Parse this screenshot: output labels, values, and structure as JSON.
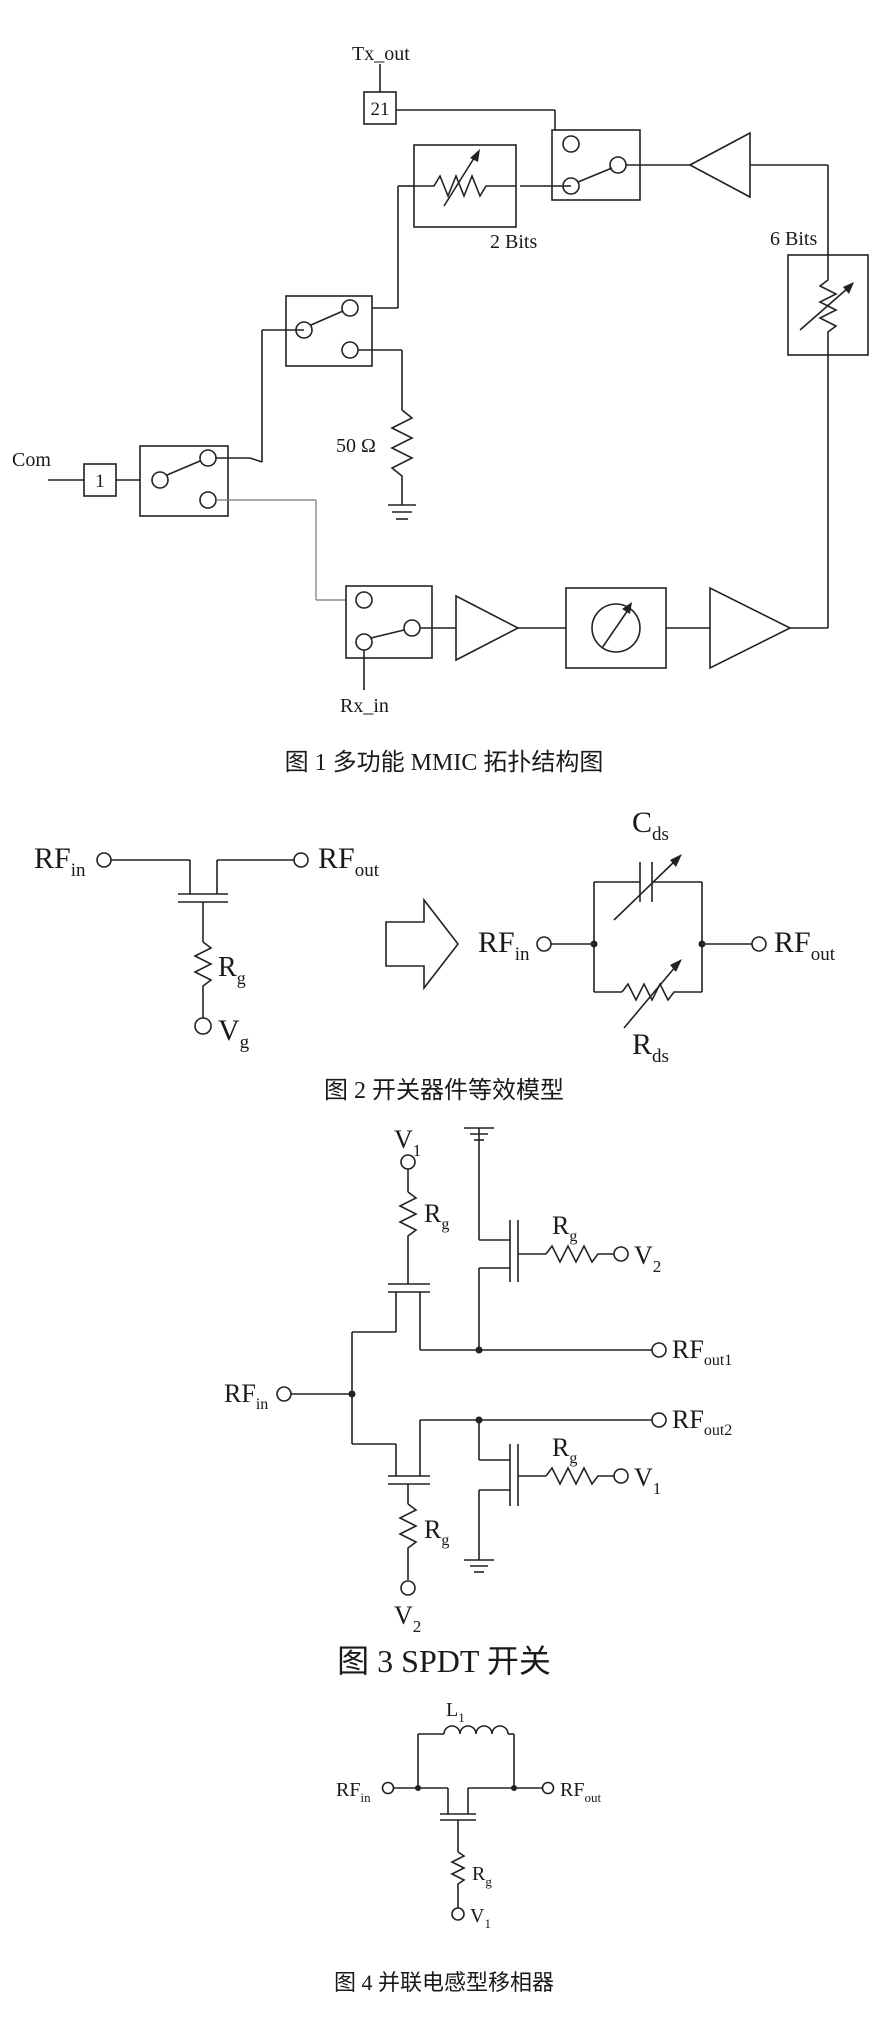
{
  "figure1": {
    "caption": "图 1 多功能 MMIC 拓扑结构图",
    "label_tx_out": "Tx_out",
    "port_tx": "21",
    "label_com": "Com",
    "port_com": "1",
    "label_rx_in": "Rx_in",
    "label_att_2bits": "2 Bits",
    "label_att_6bits": "6 Bits",
    "label_load": "50 Ω"
  },
  "figure2": {
    "caption": "图 2 开关器件等效模型",
    "rf_in_main": "RF",
    "rf_in_sub": "in",
    "rf_out_main": "RF",
    "rf_out_sub": "out",
    "rg_main": "R",
    "rg_sub": "g",
    "vg_main": "V",
    "vg_sub": "g",
    "cds_main": "C",
    "cds_sub": "ds",
    "rds_main": "R",
    "rds_sub": "ds"
  },
  "figure3": {
    "caption": "图 3 SPDT 开关",
    "v1_main": "V",
    "v1_sub": "1",
    "v2_main": "V",
    "v2_sub": "2",
    "rg_main": "R",
    "rg_sub": "g",
    "rf_in_main": "RF",
    "rf_in_sub": "in",
    "rf_out1_main": "RF",
    "rf_out1_sub": "out1",
    "rf_out2_main": "RF",
    "rf_out2_sub": "out2"
  },
  "figure4": {
    "caption": "图 4 并联电感型移相器",
    "l1_main": "L",
    "l1_sub": "1",
    "rf_in_main": "RF",
    "rf_in_sub": "in",
    "rf_out_main": "RF",
    "rf_out_sub": "out",
    "rg_main": "R",
    "rg_sub": "g",
    "v1_main": "V",
    "v1_sub": "1"
  }
}
